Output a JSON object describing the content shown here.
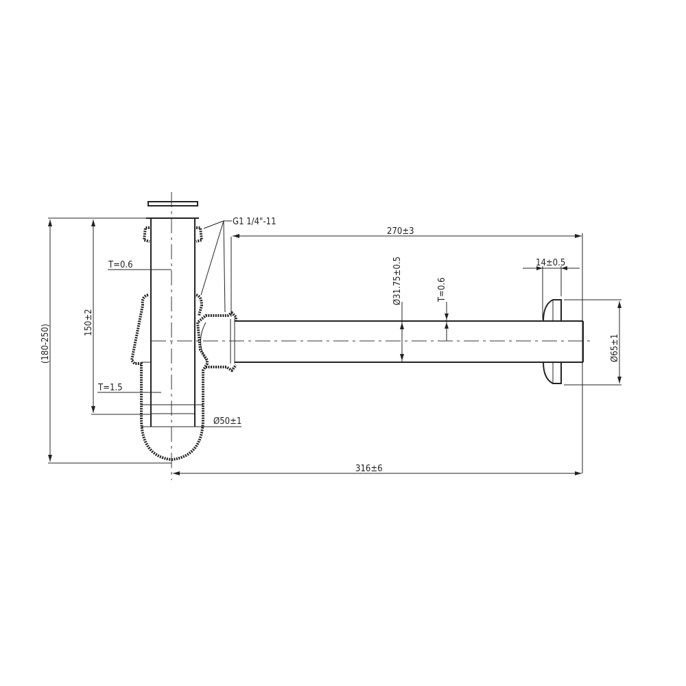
{
  "drawing": {
    "title": "Bottle trap with wall outlet pipe",
    "line_color": "#222222",
    "background": "#ffffff"
  },
  "dimensions": {
    "thread": "G1 1/4\"-11",
    "overall_length": "270±3",
    "total_length": "316±6",
    "overall_height": "(180-250)",
    "trap_height": "150±2",
    "tail_wall_thickness": "T=0.6",
    "body_wall_thickness": "T=1.5",
    "body_diameter": "Ø50±1",
    "pipe_diameter": "Ø31.75±0.5",
    "pipe_wall_thickness": "T=0.6",
    "flange_width": "14±0.5",
    "flange_diameter": "Ø65±1"
  }
}
